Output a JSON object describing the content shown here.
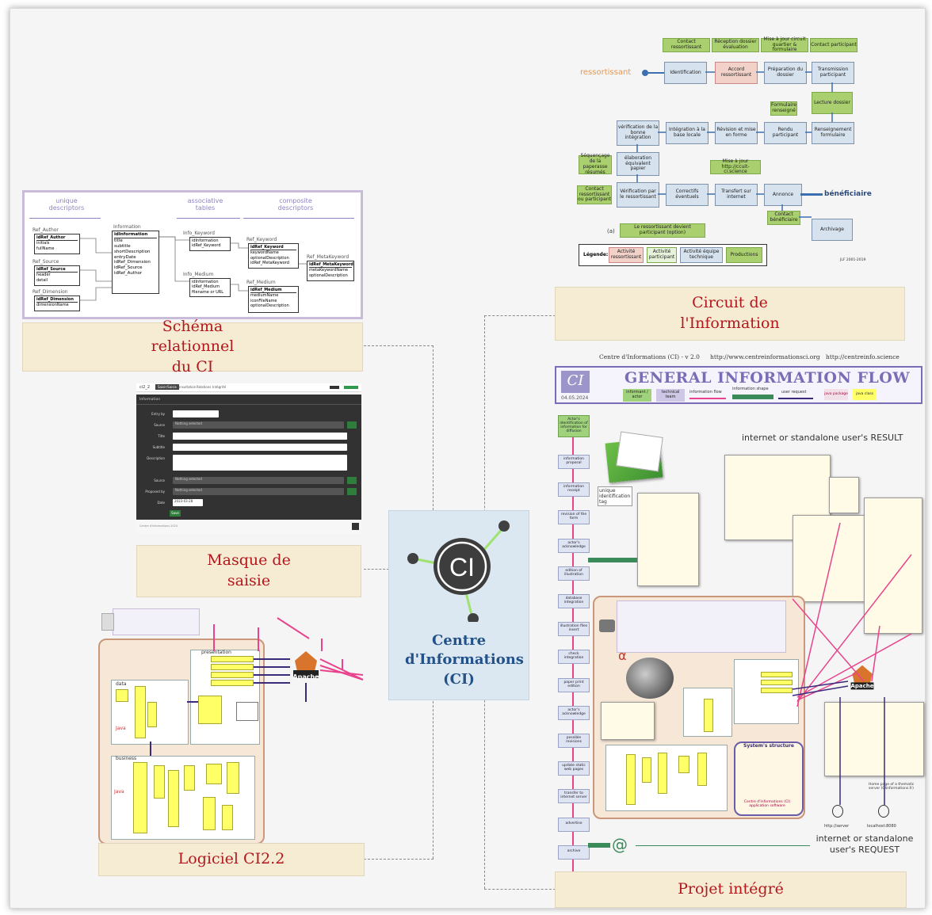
{
  "hub": {
    "title": "Centre d'Informations (CI)",
    "logo_text": "CI"
  },
  "captions": {
    "schema": "Schéma relationnel du CI",
    "masque": "Masque de saisie",
    "logiciel": "Logiciel CI2.2",
    "circuit": "Circuit de l'Information",
    "projet": "Projet intégré"
  },
  "schema_diagram": {
    "headers": [
      "unique descriptors",
      "associative tables",
      "composite descriptors"
    ],
    "tables": [
      {
        "name": "Ref_Author",
        "fields": [
          "idRef_Author",
          "initials",
          "fullName"
        ]
      },
      {
        "name": "Ref_Source",
        "fields": [
          "idRef_Source",
          "header",
          "detail"
        ]
      },
      {
        "name": "Ref_Dimension",
        "fields": [
          "idRef_Dimension",
          "dimensionName"
        ]
      },
      {
        "name": "Information",
        "fields": [
          "idInformation",
          "title",
          "subtitle",
          "shortDescription",
          "entryDate",
          "idRef_Dimension",
          "idRef_Source",
          "idRef_Author"
        ]
      },
      {
        "name": "Info_Keyword",
        "fields": [
          "idInformation",
          "idRef_Keyword"
        ]
      },
      {
        "name": "Info_Medium",
        "fields": [
          "idInformation",
          "idRef_Medium",
          "filename or URL"
        ]
      },
      {
        "name": "Ref_Keyword",
        "fields": [
          "idRef_Keyword",
          "keywordName",
          "optionalDescription",
          "idRef_MetaKeyword"
        ]
      },
      {
        "name": "Ref_MetaKeyword",
        "fields": [
          "idRef_MetaKeyword",
          "metaKeywordName",
          "optionalDescription"
        ]
      },
      {
        "name": "Ref_Medium",
        "fields": [
          "idRef_Medium",
          "mediumName",
          "iconFileName",
          "optionalDescription"
        ]
      }
    ]
  },
  "circuit_diagram": {
    "start_label": "ressortissant",
    "end_label": "bénéficiaire",
    "top_contacts": [
      "Contact ressortissant",
      "Réception dossier évaluation",
      "Mise à jour circuit quartier & formulaire",
      "Contact participant"
    ],
    "row1": [
      "Identification",
      "Accord ressortissant",
      "Préparation du dossier",
      "Transmission participant"
    ],
    "row2": [
      "vérification de la bonne intégration",
      "Intégration à la base locale",
      "Révision et mise en forme",
      "Rendu participant",
      "Renseignement formulaire"
    ],
    "side_boxes": [
      "Lecture dossier",
      "Formulaire renseigné",
      "Séquençage de la paperasse résumés",
      "élaboration équivalent papier",
      "Mise à jour http://ccuit-ci.science"
    ],
    "row3": [
      "Vérification par le ressortissant",
      "Correctifs éventuels",
      "Transfert sur internet",
      "Annonce",
      "Archivage"
    ],
    "contacts_bottom": [
      "Contact ressortissant ou participant",
      "Contact bénéficiaire"
    ],
    "note_a": "(a)",
    "note_text": "Le ressortissant devient participant (option)",
    "legend_title": "Légende:",
    "legend": [
      "Activité ressortissant",
      "Activité participant",
      "Activité équipe technique",
      "Productions"
    ],
    "credit": "JLF 2001-2019"
  },
  "header_links": {
    "version": "Centre d'Informations (CI) - v 2.0",
    "url1": "http://www.centreinformationsci.org",
    "url2": "http://centreinfo.science"
  },
  "gif": {
    "title": "GENERAL INFORMATION FLOW",
    "logo": "CI",
    "date": "04.05.2024",
    "legend": [
      "informant / actor",
      "technical team",
      "information flow",
      "information shape",
      "user request",
      "java package",
      "java class"
    ]
  },
  "flow_steps": [
    "Actor's identification of information for diffusion",
    "information proposal",
    "information receipt",
    "revision of the form",
    "actor's acknowledge",
    "edition of illustration",
    "database integration",
    "illustration files insert",
    "check integration",
    "paper print edition",
    "actor's acknowledge",
    "possible revisions",
    "update static web pages",
    "transfer to internet server",
    "advertise",
    "archive"
  ],
  "flow_labels": {
    "result": "internet or standalone user's RESULT",
    "request": "internet or standalone user's REQUEST",
    "tag": "unique identification tag",
    "at": "@",
    "alpha": "α",
    "structure": "System's structure",
    "app": "Centre d'Informations (CI) application software",
    "home": "Home page of a thematic server (CIinformations.fr)",
    "server1": "http://server",
    "server2": "localhost:8080",
    "apache": "Apache"
  },
  "logiciel": {
    "labels": [
      "data",
      "presentation",
      "business",
      "Java",
      "Java",
      "Apache"
    ]
  },
  "masque": {
    "brand": "ci2_2",
    "tabs": [
      "Saisir/Saisie",
      "Consultation",
      "Relations",
      "Intégrité"
    ],
    "section": "Information",
    "fields": [
      "Entry by",
      "Source",
      "Title",
      "Subtitle",
      "Description",
      "Source",
      "Proposed by",
      "Date"
    ],
    "values": [
      "Nothing selected",
      "Nothing selected",
      "Nothing selected",
      "2023-03-28"
    ],
    "save": "Save",
    "footer": "Centre d'Informations 2024"
  },
  "colors": {
    "caption_bg": "#f6ecd4",
    "caption_text": "#b2171d",
    "hub_bg": "#dbe8f1",
    "hub_title": "#23528a",
    "green_node": "#9fe26e",
    "pink_flow": "#e8438c",
    "navy_flow": "#3b2a7a"
  }
}
